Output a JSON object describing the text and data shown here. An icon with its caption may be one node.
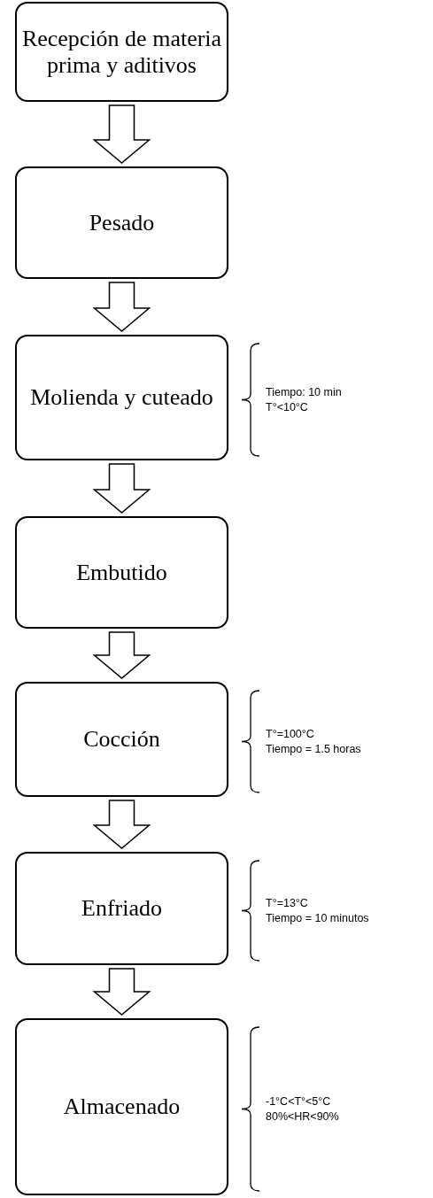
{
  "diagram": {
    "nodes": [
      {
        "text": [
          "Recepción de materia prima y aditivos"
        ]
      },
      {
        "text": [
          "Pesado"
        ]
      },
      {
        "text": [
          "Molienda y cuteado"
        ],
        "beside": [
          "Tiempo: 10 min",
          "T°<10°C"
        ]
      },
      {
        "text": [
          "Embutido"
        ]
      },
      {
        "text": [
          "Cocción"
        ],
        "beside": [
          "T°=100°C",
          "Tiempo = 1.5 horas"
        ]
      },
      {
        "text": [
          "Enfriado"
        ],
        "beside": [
          "T°=13°C",
          "Tiempo = 10 minutos"
        ]
      },
      {
        "text": [
          "Almacenado"
        ],
        "beside": [
          "-1°C<T°<5°C",
          "80%<HR<90%"
        ]
      }
    ],
    "edges": [
      {
        "from": 0,
        "to": 1,
        "arrow": "to"
      },
      {
        "from": 1,
        "to": 2,
        "arrow": "to"
      },
      {
        "from": 2,
        "to": 3,
        "arrow": "to"
      },
      {
        "from": 3,
        "to": 4,
        "arrow": "to"
      },
      {
        "from": 4,
        "to": 5,
        "arrow": "to"
      },
      {
        "from": 5,
        "to": 6,
        "arrow": "to"
      }
    ]
  }
}
